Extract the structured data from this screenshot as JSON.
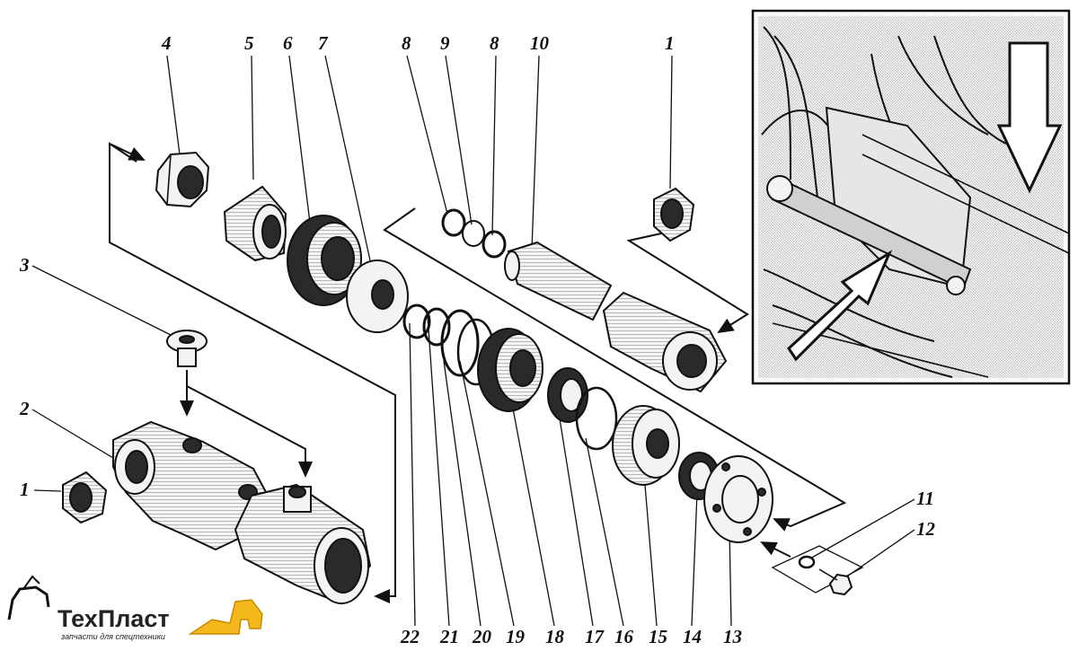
{
  "labels": {
    "top": [
      "4",
      "5",
      "6",
      "7",
      "8",
      "9",
      "8",
      "10",
      "1"
    ],
    "left": [
      "3",
      "2",
      "1"
    ],
    "right": [
      "11",
      "12"
    ],
    "bottom": [
      "22",
      "21",
      "20",
      "19",
      "18",
      "17",
      "16",
      "15",
      "14",
      "13"
    ]
  },
  "logo": {
    "brand": "ТехПласт",
    "tagline": "запчасти для спецтехники"
  }
}
